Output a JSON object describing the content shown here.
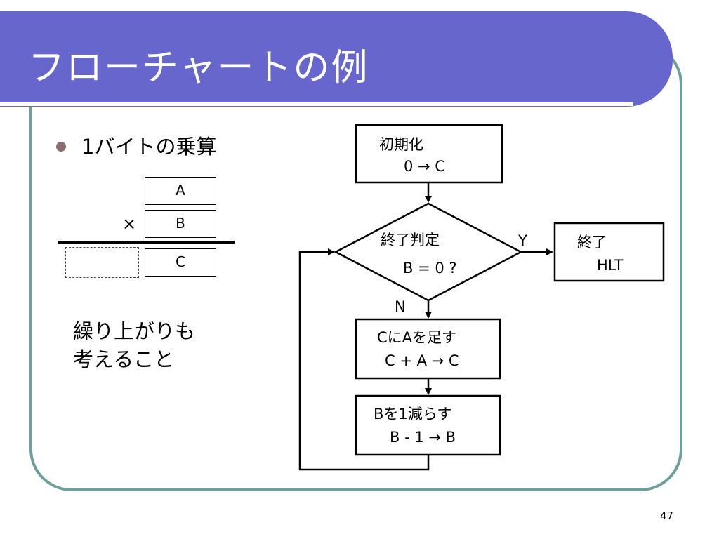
{
  "title": "フローチャートの例",
  "bullet": "1バイトの乗算",
  "multiplication": {
    "register_a": "A",
    "operator": "×",
    "register_b": "B",
    "register_c": "C"
  },
  "note_lines": [
    "繰り上がりも",
    "考えること"
  ],
  "flowchart": {
    "init": {
      "line1": "初期化",
      "line2": "0 → C"
    },
    "decision": {
      "line1": "終了判定",
      "line2": "B = 0 ?"
    },
    "yes_label": "Y",
    "no_label": "N",
    "end": {
      "line1": "終了",
      "line2": "HLT"
    },
    "add": {
      "line1": "CにAを足す",
      "line2": "C + A → C"
    },
    "decrement": {
      "line1": "Bを1減らす",
      "line2": "B - 1 → B"
    }
  },
  "page_number": "47",
  "colors": {
    "title_bar": "#6666cc",
    "frame": "#6e9e9e",
    "bullet": "#8c6e6e"
  }
}
